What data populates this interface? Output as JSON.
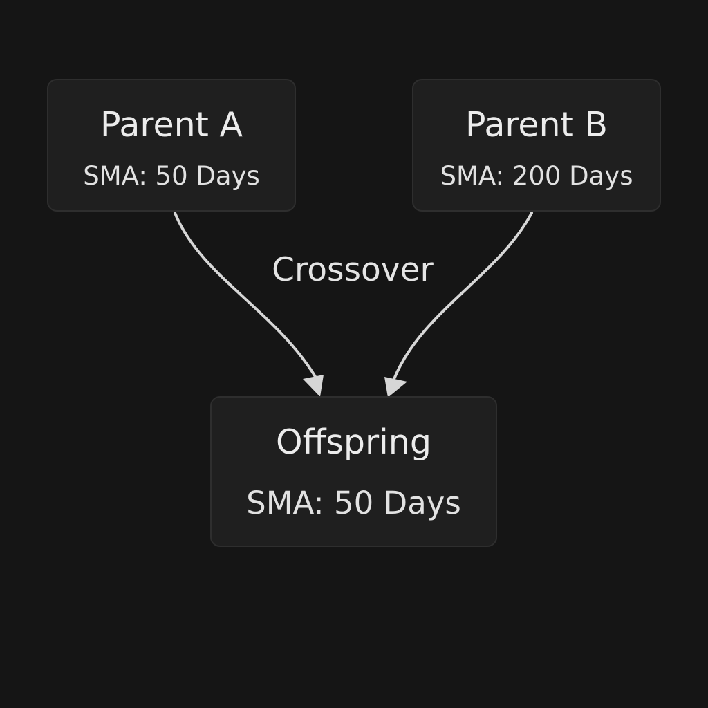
{
  "nodes": {
    "parent_a": {
      "title": "Parent A",
      "subtitle": "SMA: 50 Days"
    },
    "parent_b": {
      "title": "Parent B",
      "subtitle": "SMA: 200 Days"
    },
    "offspring": {
      "title": "Offspring",
      "subtitle": "SMA: 50 Days"
    }
  },
  "edge_label": "Crossover",
  "edges": [
    {
      "from": "parent_a",
      "to": "offspring"
    },
    {
      "from": "parent_b",
      "to": "offspring"
    }
  ],
  "colors": {
    "background": "#151515",
    "node_fill": "#1f1f1f",
    "node_border": "#2e2e2e",
    "text": "#e8e8e8",
    "arrow": "#d6d6d6"
  }
}
